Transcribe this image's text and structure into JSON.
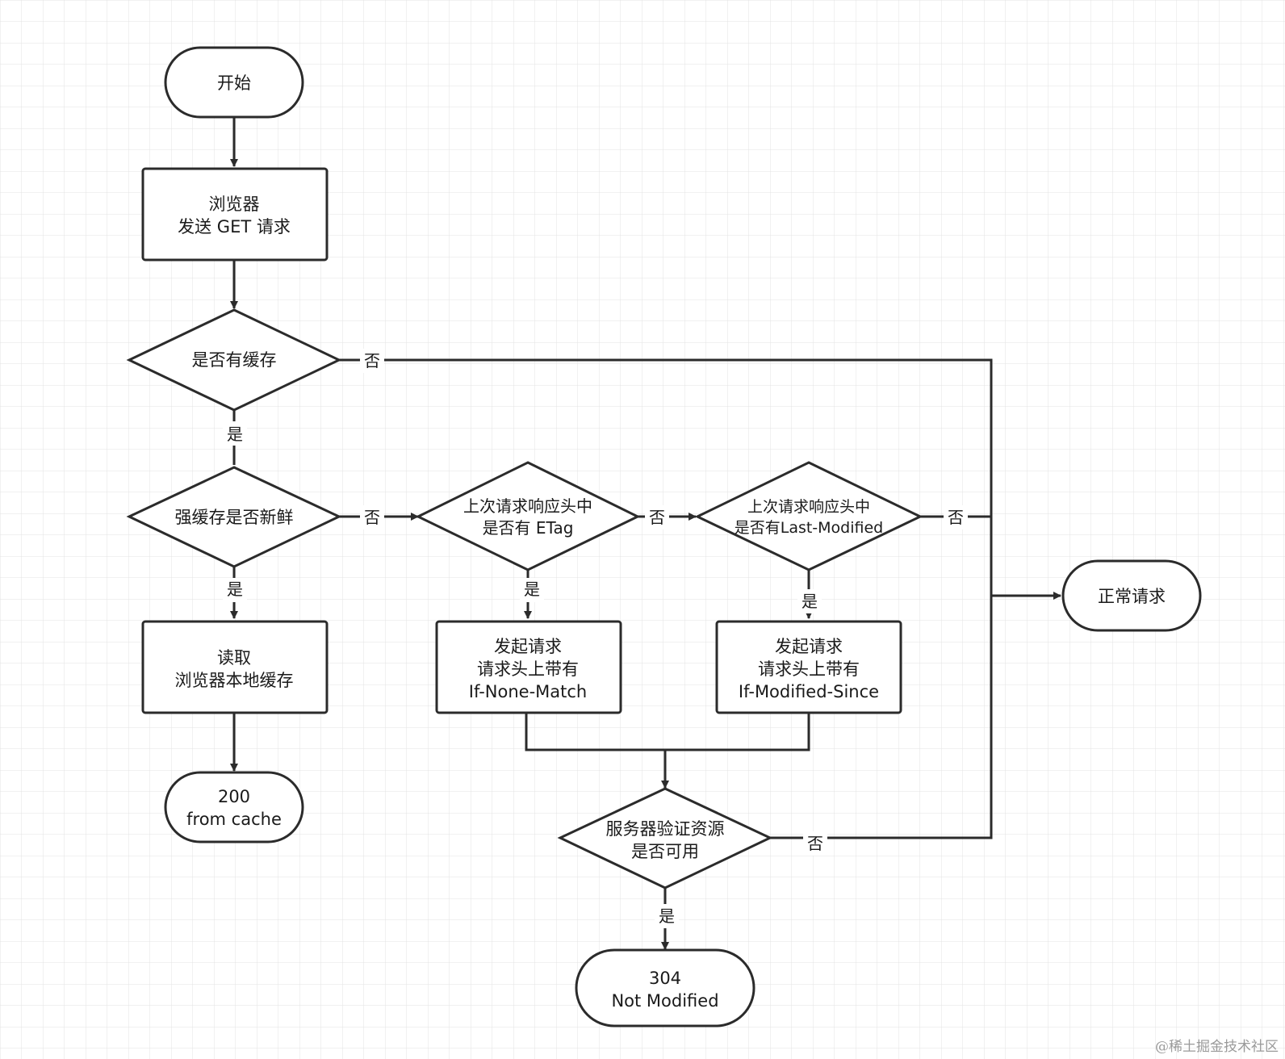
{
  "nodes": {
    "start": {
      "lines": [
        "开始"
      ]
    },
    "send_get": {
      "lines": [
        "浏览器",
        "发送 GET 请求"
      ]
    },
    "has_cache": {
      "lines": [
        "是否有缓存"
      ]
    },
    "strong_fresh": {
      "lines": [
        "强缓存是否新鲜"
      ]
    },
    "etag_check": {
      "lines": [
        "上次请求响应头中",
        "是否有 ETag"
      ]
    },
    "lastmod_check": {
      "lines": [
        "上次请求响应头中",
        "是否有Last-Modified"
      ]
    },
    "normal_request": {
      "lines": [
        "正常请求"
      ]
    },
    "read_local": {
      "lines": [
        "读取",
        "浏览器本地缓存"
      ]
    },
    "if_none_match": {
      "lines": [
        "发起请求",
        "请求头上带有",
        "If-None-Match"
      ]
    },
    "if_modified_since": {
      "lines": [
        "发起请求",
        "请求头上带有",
        "If-Modified-Since"
      ]
    },
    "from_cache": {
      "lines": [
        "200",
        "from cache"
      ]
    },
    "server_validate": {
      "lines": [
        "服务器验证资源",
        "是否可用"
      ]
    },
    "not_modified": {
      "lines": [
        "304",
        "Not Modified"
      ]
    }
  },
  "edge_labels": {
    "has_cache_no": "否",
    "has_cache_yes": "是",
    "fresh_no": "否",
    "fresh_yes": "是",
    "etag_no": "否",
    "etag_yes": "是",
    "lastmod_no": "否",
    "lastmod_yes": "是",
    "validate_no": "否",
    "validate_yes": "是"
  },
  "watermark": "@稀土掘金技术社区",
  "colors": {
    "stroke": "#2b2b2b",
    "grid": "#e3e3e3",
    "background": "#ffffff"
  }
}
